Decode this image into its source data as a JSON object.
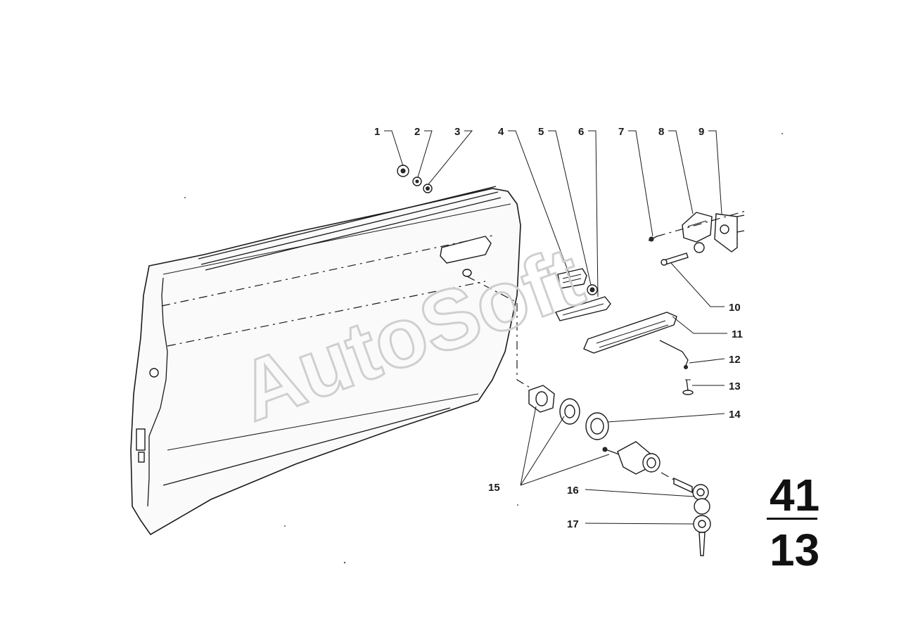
{
  "diagram": {
    "callouts": [
      {
        "id": "c1",
        "label": "1"
      },
      {
        "id": "c2",
        "label": "2"
      },
      {
        "id": "c3",
        "label": "3"
      },
      {
        "id": "c4",
        "label": "4"
      },
      {
        "id": "c5",
        "label": "5"
      },
      {
        "id": "c6",
        "label": "6"
      },
      {
        "id": "c7",
        "label": "7"
      },
      {
        "id": "c8",
        "label": "8"
      },
      {
        "id": "c9",
        "label": "9"
      },
      {
        "id": "c10",
        "label": "10"
      },
      {
        "id": "c11",
        "label": "11"
      },
      {
        "id": "c12",
        "label": "12"
      },
      {
        "id": "c13",
        "label": "13"
      },
      {
        "id": "c14",
        "label": "14"
      },
      {
        "id": "c15",
        "label": "15"
      },
      {
        "id": "c16",
        "label": "16"
      },
      {
        "id": "c17",
        "label": "17"
      }
    ],
    "group_number": {
      "top": "41",
      "bottom": "13"
    },
    "watermark": "AutoSoft"
  }
}
